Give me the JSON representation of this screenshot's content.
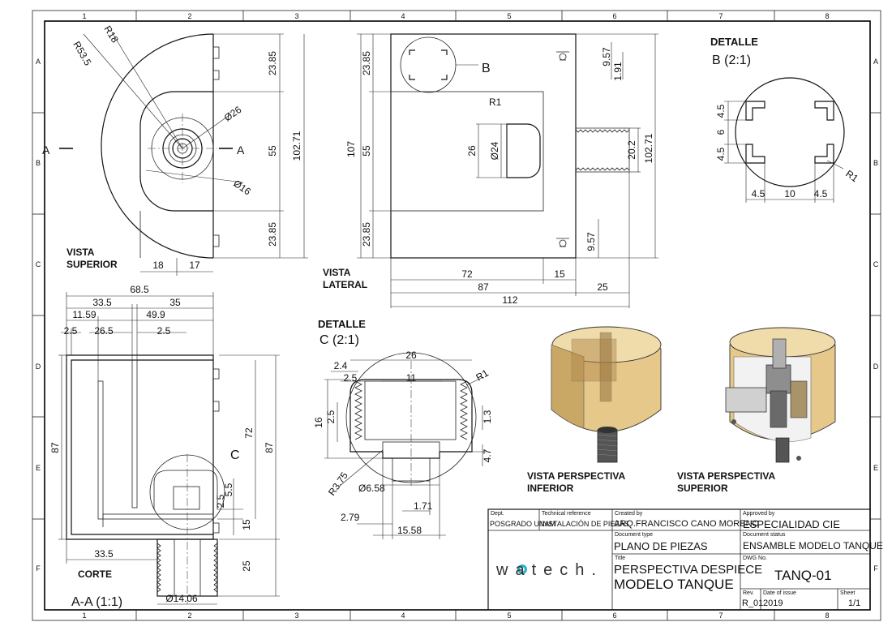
{
  "grid": {
    "cols": [
      "1",
      "2",
      "3",
      "4",
      "5",
      "6",
      "7",
      "8"
    ],
    "rows": [
      "A",
      "B",
      "C",
      "D",
      "E",
      "F"
    ]
  },
  "views": {
    "top": {
      "label_line1": "VISTA",
      "label_line2": "SUPERIOR",
      "section_mark": "A",
      "dims": {
        "r1": "R53.5",
        "r2": "R18",
        "top": "23.85",
        "mid": "55",
        "bot": "23.85",
        "total": "102.71",
        "d1": "Ø26",
        "d2": "Ø16",
        "w1": "18",
        "w2": "17"
      }
    },
    "side": {
      "label_line1": "VISTA",
      "label_line2": "LATERAL",
      "detail_mark": "B",
      "dims": {
        "h_total": "107",
        "top": "23.85",
        "mid": "55",
        "bot": "23.85",
        "r": "R1",
        "d": "26",
        "dd": "Ø24",
        "t1": "9.57",
        "t2": "1.91",
        "t3": "9.57",
        "thread": "20.2",
        "h2": "102.71",
        "w72": "72",
        "w15": "15",
        "w87": "87",
        "w25": "25",
        "w112": "112"
      }
    },
    "detail_b": {
      "title": "DETALLE",
      "subtitle": "B (2:1)",
      "dims": {
        "v1": "4.5",
        "v2": "6",
        "v3": "4.5",
        "h1": "4.5",
        "h2": "10",
        "h3": "4.5",
        "r": "R1"
      }
    },
    "section": {
      "label": "CORTE",
      "caption": "A-A (1:1)",
      "detail_mark": "C",
      "dims": {
        "w685": "68.5",
        "w335": "33.5",
        "w35": "35",
        "w1159": "11.59",
        "w499": "49.9",
        "w25a": "2.5",
        "w265": "26.5",
        "w25b": "2.5",
        "h87l": "87",
        "h72": "72",
        "h87r": "87",
        "h55": "5.5",
        "h25": "2.5",
        "h15": "15",
        "h25b": "25",
        "bot": "33.5",
        "d": "Ø14.06"
      }
    },
    "detail_c": {
      "title": "DETALLE",
      "subtitle": "C (2:1)",
      "dims": {
        "w26": "26",
        "w24": "2.4",
        "w25": "2.5",
        "w11": "11",
        "r1": "R1",
        "h16": "16",
        "h25": "2.5",
        "h13": "1.3",
        "h47": "4.7",
        "r375": "R3.75",
        "d658": "Ø6.58",
        "w171": "1.71",
        "w279": "2.79",
        "w1558": "15.58"
      }
    },
    "persp_inf": {
      "line1": "VISTA PERSPECTIVA",
      "line2": "INFERIOR"
    },
    "persp_sup": {
      "line1": "VISTA PERSPECTIVA",
      "line2": "SUPERIOR"
    }
  },
  "title_block": {
    "dept_label": "Dept.",
    "dept": "POSGRADO UNAM",
    "techref_label": "Technical reference",
    "techref": "INSTALACIÓN DE PIEZAS",
    "created_label": "Created by",
    "created": "ARQ.FRANCISCO CANO MORENO",
    "approved_label": "Approved by",
    "approved": "ESPECIALIDAD CIE",
    "doctype_label": "Document type",
    "doctype": "PLANO DE PIEZAS",
    "docstatus_label": "Document status",
    "docstatus": "ENSAMBLE MODELO TANQUE",
    "title_label": "Title",
    "title_line1": "PERSPECTIVA DESPIECE",
    "title_line2": "MODELO TANQUE",
    "dwg_label": "DWG No.",
    "dwg": "TANQ-01",
    "rev_label": "Rev.",
    "rev": "R_01",
    "date_label": "Date of issue",
    "date": "2019",
    "sheet_label": "Sheet",
    "sheet": "1/1",
    "logo": "watech."
  }
}
